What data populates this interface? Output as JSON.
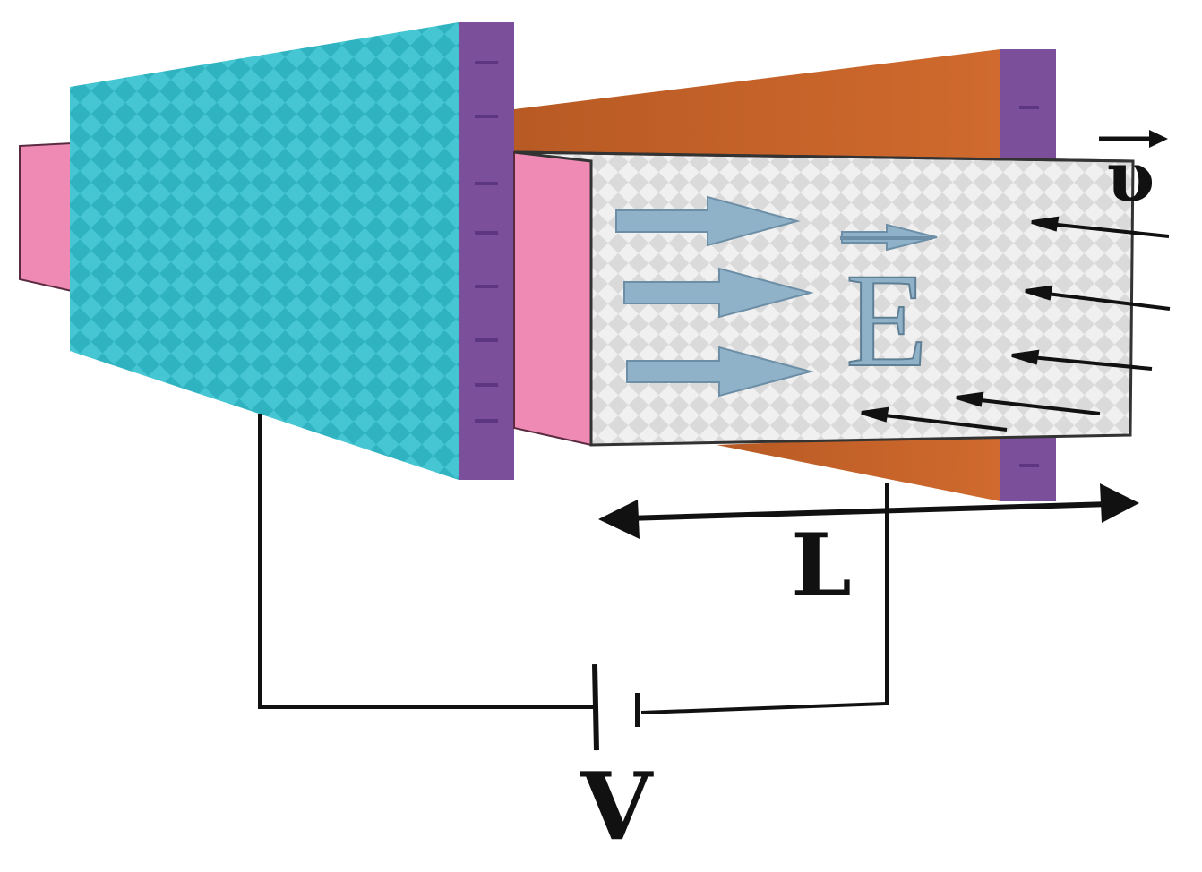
{
  "labels": {
    "velocity": "υ",
    "field": "E",
    "length": "L",
    "voltage": "V"
  },
  "colors": {
    "cyan_plate": "#2fb7c4",
    "purple_edge": "#7b4f9a",
    "pink_face": "#ef8ab4",
    "orange_plate": "#c5622a",
    "white_body": "#e3e3e3",
    "field_arrow": "#8fb2c9",
    "wire": "#111111"
  },
  "icons": {
    "battery": "battery-symbol-icon",
    "dimension": "double-headed-arrow-icon"
  }
}
